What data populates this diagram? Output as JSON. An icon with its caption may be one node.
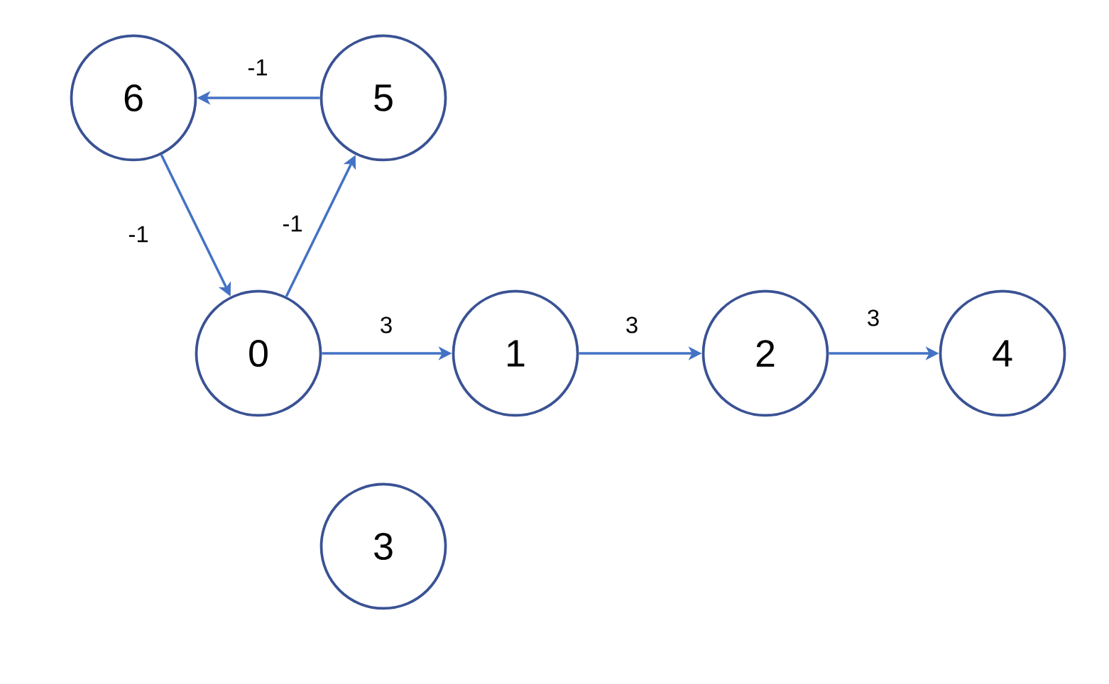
{
  "diagram": {
    "nodes": [
      {
        "text": [
          "6"
        ]
      },
      {
        "text": [
          "5"
        ]
      },
      {
        "text": [
          "0"
        ]
      },
      {
        "text": [
          "1"
        ]
      },
      {
        "text": [
          "2"
        ]
      },
      {
        "text": [
          "4"
        ]
      },
      {
        "text": [
          "3"
        ]
      }
    ],
    "edges": [
      {
        "from": 1,
        "to": 0,
        "arrow": "to",
        "label": "-1"
      },
      {
        "from": 0,
        "to": 2,
        "arrow": "to",
        "label": "-1"
      },
      {
        "from": 2,
        "to": 1,
        "arrow": "to",
        "label": "-1"
      },
      {
        "from": 2,
        "to": 3,
        "arrow": "to",
        "label": "3"
      },
      {
        "from": 3,
        "to": 4,
        "arrow": "to",
        "label": "3"
      },
      {
        "from": 4,
        "to": 5,
        "arrow": "to",
        "label": "3"
      }
    ]
  }
}
